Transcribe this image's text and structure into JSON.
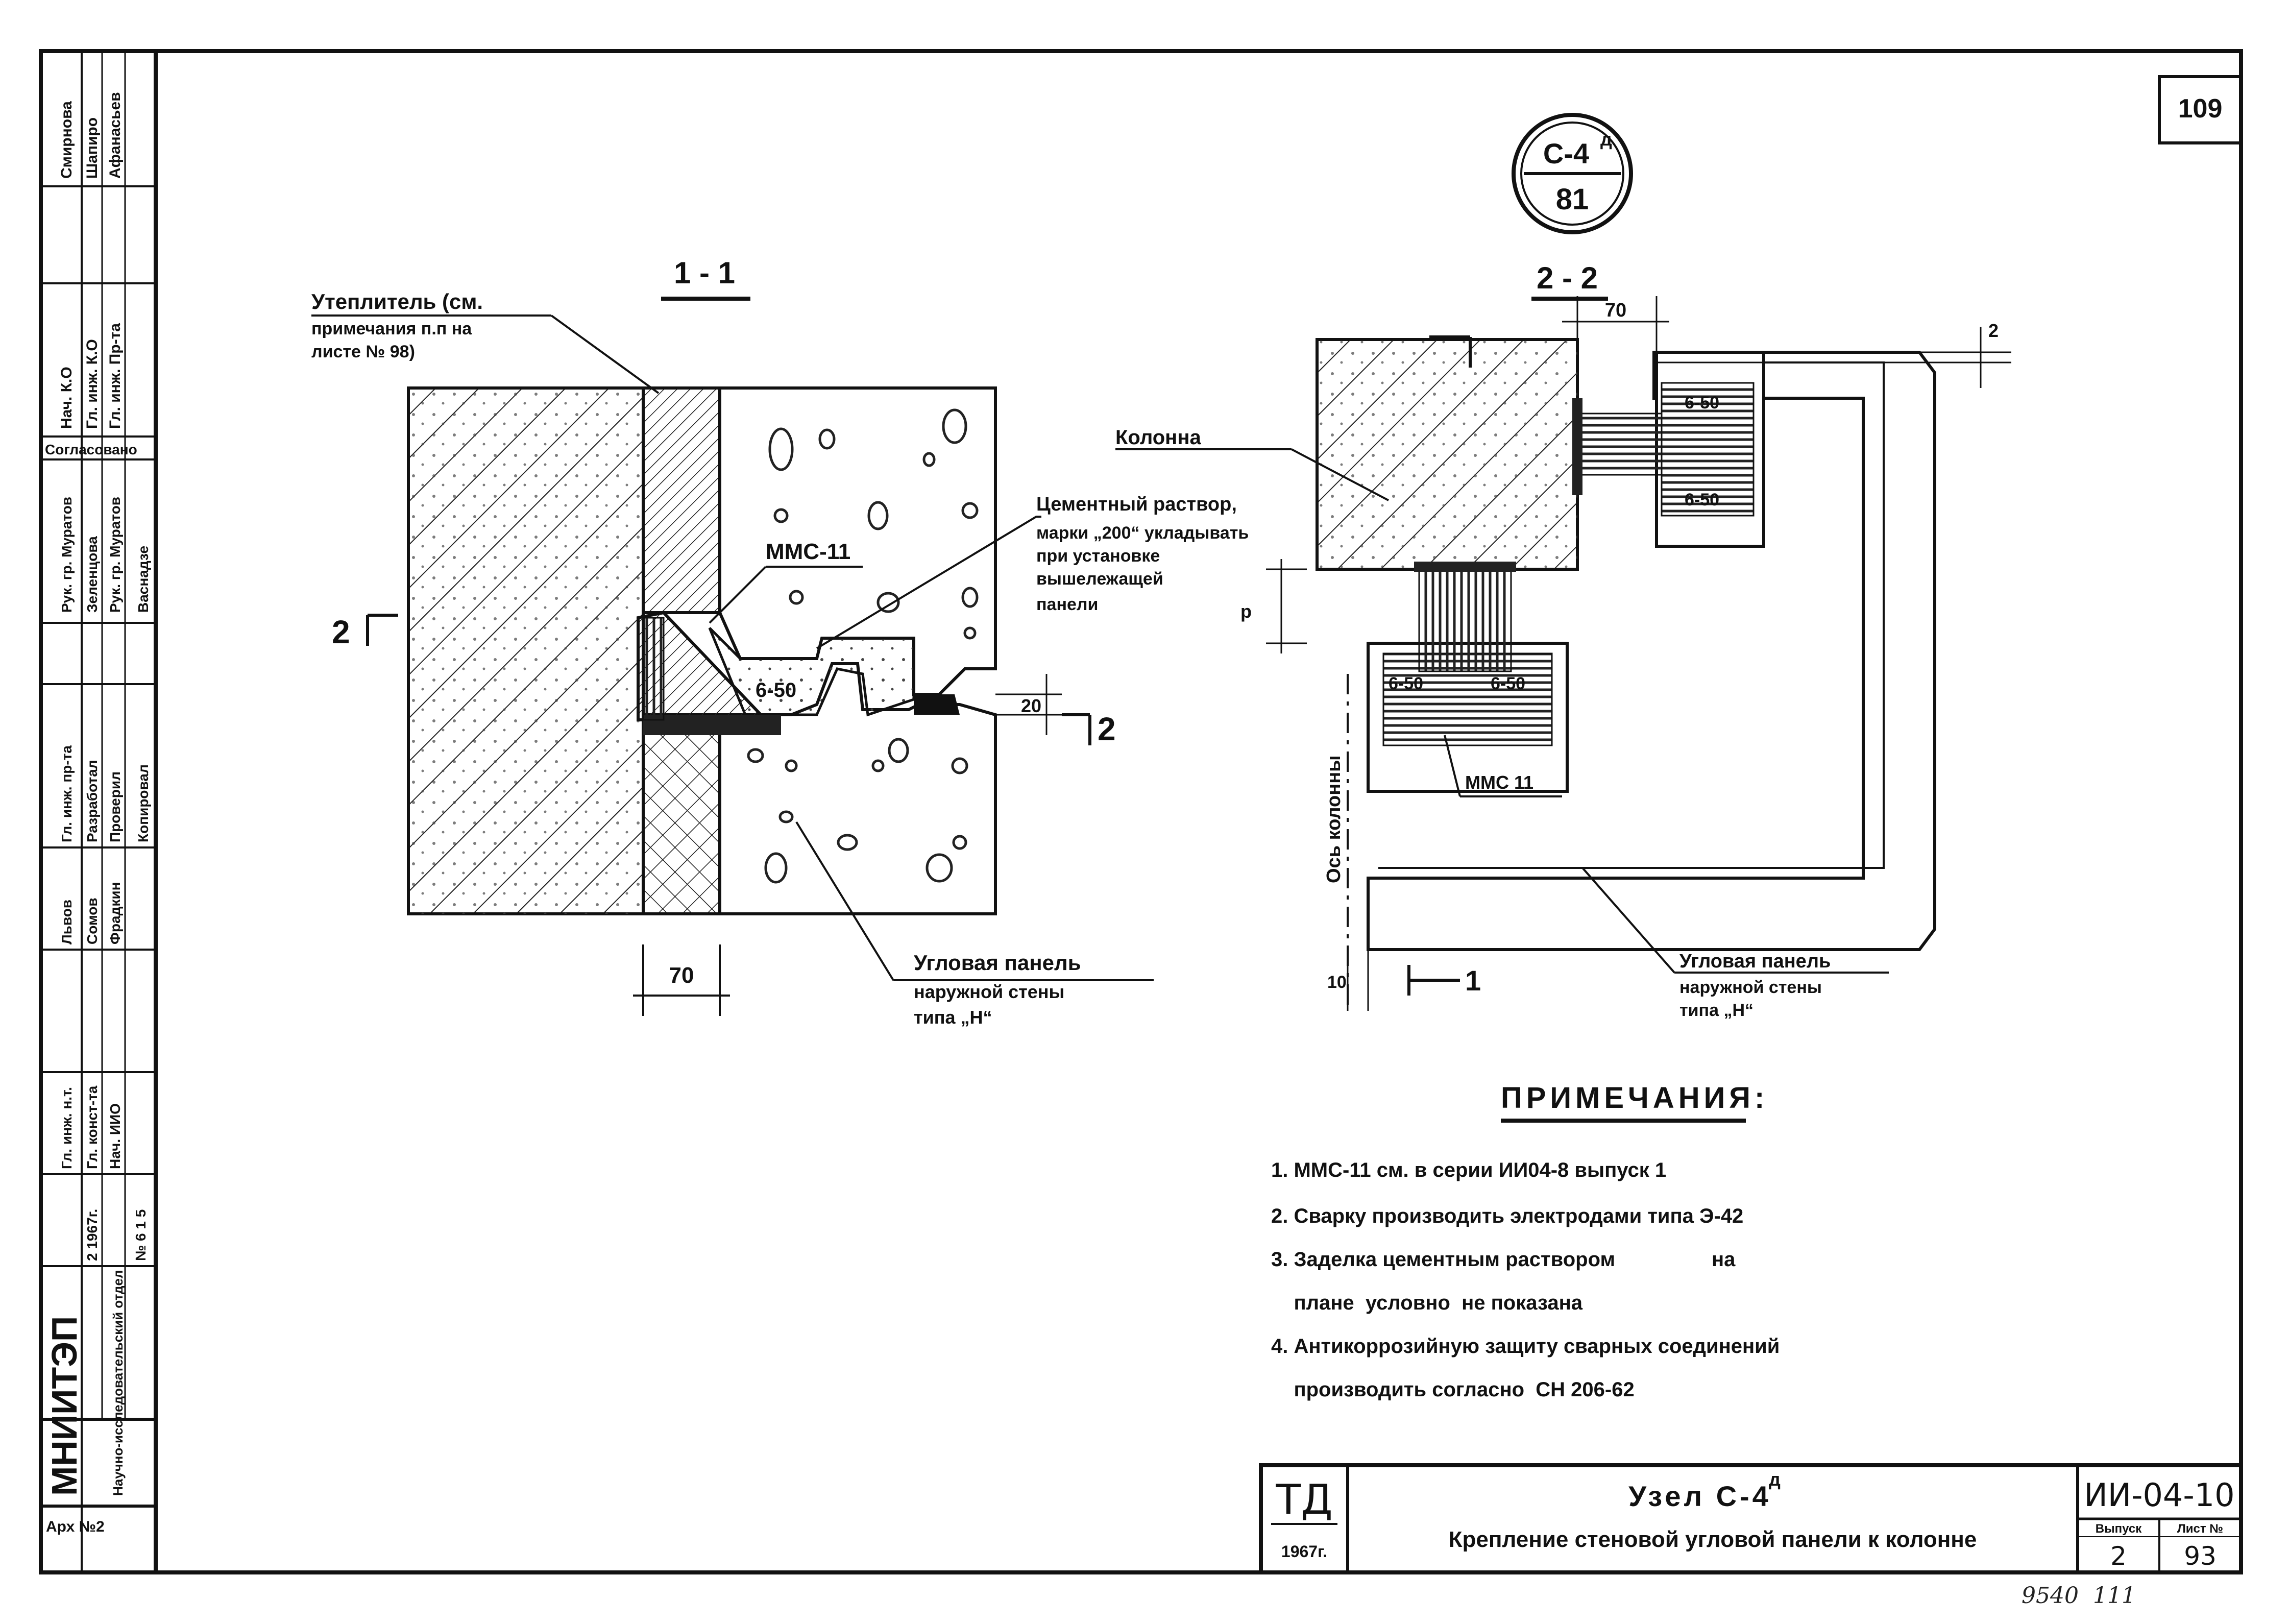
{
  "sheet": {
    "page_number": "109",
    "bottom_handwritten": "9540  111"
  },
  "side_stamp": {
    "roles_top": [
      "Нач. К.О",
      "Гл. инж. К.О",
      "Гл. инж. Пр-та"
    ],
    "names_top": [
      "Смирнова",
      "Шапиро",
      "Афанасьев"
    ],
    "agreed": "Согласовано",
    "roles_mid": [
      "Рук. гр. Муратов",
      "Зеленцова",
      "Рук. гр. Муратов",
      "Васнадзе"
    ],
    "roles_low": [
      "Гл. инж. пр-та",
      "Разработал",
      "Проверил",
      "Копировал"
    ],
    "names_low": [
      "Львов",
      "Сомов",
      "Фрадкин"
    ],
    "roles_bottom": [
      "Гл. инж. н.т.",
      "Гл. конст-та",
      "Нач. ИИО"
    ],
    "year_block": [
      "2 1967г.",
      "№ 6 1 5"
    ],
    "org": "МНИИТЭП",
    "org_sub": "Научно-исследовательский отдел",
    "archive": "Арх №2"
  },
  "node_mark": {
    "top": "С-4",
    "sup": "д",
    "bottom": "81"
  },
  "section_1": {
    "title": "1 - 1",
    "insulation_note": [
      "Утеплитель (см.",
      "примечания п.п на",
      "листе № 98)"
    ],
    "mms_label": "ММС-11",
    "weld_label": "6-50",
    "dim_70": "70",
    "dim_20": "20",
    "mark_2_left": "2",
    "mark_2_right": "2",
    "mortar_note": [
      "Цементный раствор,",
      "марки „200“ укладывать",
      "при установке",
      "вышележащей",
      "панели"
    ],
    "panel_note": [
      "Угловая панель",
      "наружной стены",
      "типа „Н“"
    ]
  },
  "section_2": {
    "title": "2 - 2",
    "column_label": "Колонна",
    "dim_70": "70",
    "dim_10": "10",
    "dim_2": "2",
    "axis_label": "Ось колонны",
    "mms_label": "ММС 11",
    "weld_labels": [
      "6-50",
      "6-50",
      "6-50",
      "6-50"
    ],
    "mark_1": "1",
    "panel_note": [
      "Угловая панель",
      "наружной стены",
      "типа „Н“"
    ]
  },
  "notes": {
    "title": "ПРИМЕЧАНИЯ:",
    "items": [
      "1. ММС-11 см. в серии ИИ04-8 выпуск 1",
      "2. Сварку производить электродами типа Э-42",
      "3. Заделка цементным раствором                 на",
      "    плане  условно  не показана",
      "4. Антикоррозийную защиту сварных соединений",
      "    производить согласно  СН 206-62"
    ]
  },
  "title_block": {
    "td": "ТД",
    "year": "1967г.",
    "node_title": "Узел С-4",
    "node_sup": "д",
    "description": "Крепление стеновой угловой панели к колонне",
    "series": "ИИ-04-10",
    "issue_label": "Выпуск",
    "issue": "2",
    "sheet_label": "Лист №",
    "sheet": "93"
  }
}
